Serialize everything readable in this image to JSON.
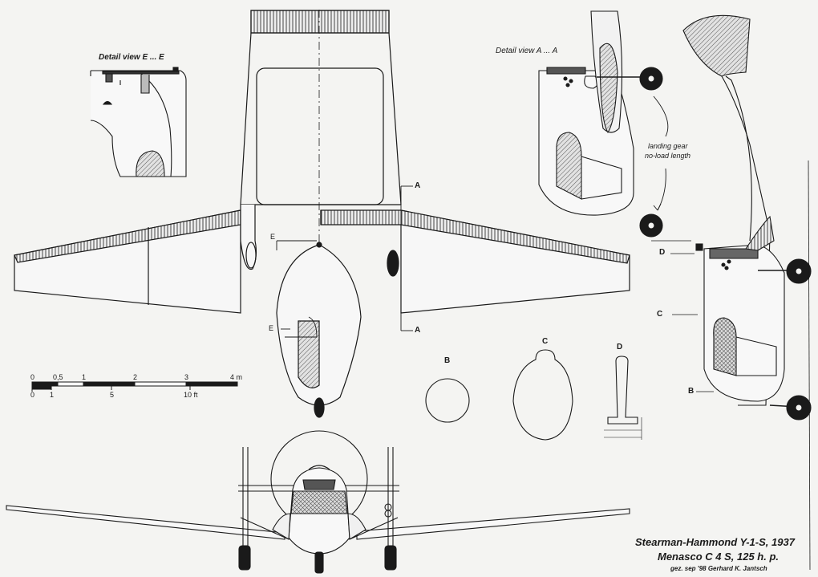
{
  "detail_views": {
    "ee": "Detail view  E ... E",
    "aa": "Detail view A ... A"
  },
  "annotations": {
    "landing_gear_1": "landing gear",
    "landing_gear_2": "no-load length"
  },
  "section_markers": {
    "a_top": "A",
    "a_bottom": "A",
    "e_top": "E",
    "e_bottom": "E",
    "c_side": "C",
    "d_side": "D",
    "b_side": "B"
  },
  "cross_sections": {
    "b": "B",
    "c": "C",
    "d": "D"
  },
  "scale_bar": {
    "metric_ticks": [
      "0",
      "0,5",
      "1",
      "2",
      "3",
      "4 m"
    ],
    "imperial_ticks": [
      "0",
      "1",
      "5",
      "10 ft"
    ]
  },
  "credits": {
    "aircraft": "Stearman-Hammond Y-1-S, 1937",
    "engine": "Menasco C 4 S, 125 h. p.",
    "author": "gez. sep '98 Gerhard K. Jantsch"
  },
  "colors": {
    "ink": "#1a1a1a",
    "paper": "#f4f4f2",
    "hatch": "#8a8a8a"
  }
}
